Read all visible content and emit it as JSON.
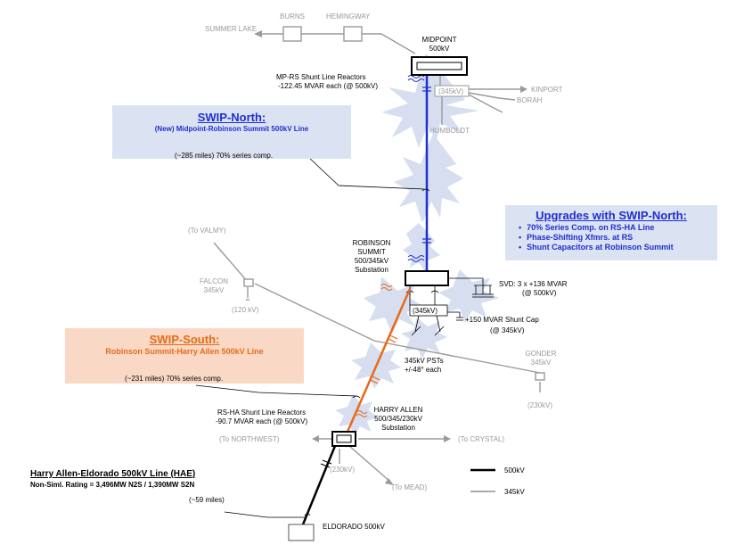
{
  "north": {
    "title": "SWIP-North:",
    "subtitle": "(New) Midpoint-Robinson Summit 500kV Line",
    "miles": "(~285 miles)  70% series comp."
  },
  "south": {
    "title": "SWIP-South:",
    "subtitle": "Robinson Summit-Harry Allen 500kV Line",
    "miles": "(~231 miles)  70% series comp."
  },
  "upgrades": {
    "title": "Upgrades with SWIP-North:",
    "items": [
      "70% Series Comp. on RS-HA Line",
      "Phase-Shifting Xfmrs. at RS",
      "Shunt Capacitors at Robinson Summit"
    ]
  },
  "hae": {
    "title": "Harry Allen-Eldorado 500kV Line (HAE)",
    "rating": "Non-Siml. Rating = 3,496MW N2S / 1,390MW S2N",
    "miles": "(~59 miles)"
  },
  "labels": {
    "summer_lake": "SUMMER LAKE",
    "burns": "BURNS",
    "hemingway": "HEMINGWAY",
    "midpoint_name": "MIDPOINT",
    "midpoint_kv": "500kV",
    "mp_rs_reactors_1": "MP-RS Shunt Line Reactors",
    "mp_rs_reactors_2": "-122.45 MVAR each (@ 500kV)",
    "midpoint_345": "(345kV)",
    "kinport": "KINPORT",
    "borah": "BORAH",
    "humboldt": "HUMBOLDT",
    "to_valmy": "(To VALMY)",
    "falcon": "FALCON",
    "falcon_kv": "345kV",
    "falcon_120": "(120 kV)",
    "rs_name_1": "ROBINSON",
    "rs_name_2": "SUMMIT",
    "rs_kv": "500/345kV",
    "rs_sub": "Substation",
    "svd_1": "SVD: 3 x +136 MVAR",
    "svd_2": "(@ 500kV)",
    "rs_345": "(345kV)",
    "shunt_cap_1": "+150 MVAR Shunt Cap",
    "shunt_cap_2": "(@ 345kV)",
    "psts_1": "345kV PSTs",
    "psts_2": "+/-48° each",
    "gonder": "GONDER",
    "gonder_kv": "345kV",
    "gonder_230": "(230kV)",
    "rs_ha_reactors_1": "RS-HA Shunt Line Reactors",
    "rs_ha_reactors_2": "-90.7 MVAR each (@ 500kV)",
    "ha_name": "HARRY ALLEN",
    "ha_kv": "500/345/230kV",
    "ha_sub": "Substation",
    "to_northwest": "(To NORTHWEST)",
    "to_crystal": "(To CRYSTAL)",
    "ha_230": "(230kV)",
    "to_mead": "(To MEAD)",
    "eldorado": "ELDORADO 500kV"
  },
  "legend": {
    "kv500": "500kV",
    "kv345": "345kV"
  },
  "colors": {
    "north_line": "#1f2fd0",
    "south_line": "#e86a1a",
    "muted": "#9a9a9a",
    "burst": "#d6deef"
  }
}
